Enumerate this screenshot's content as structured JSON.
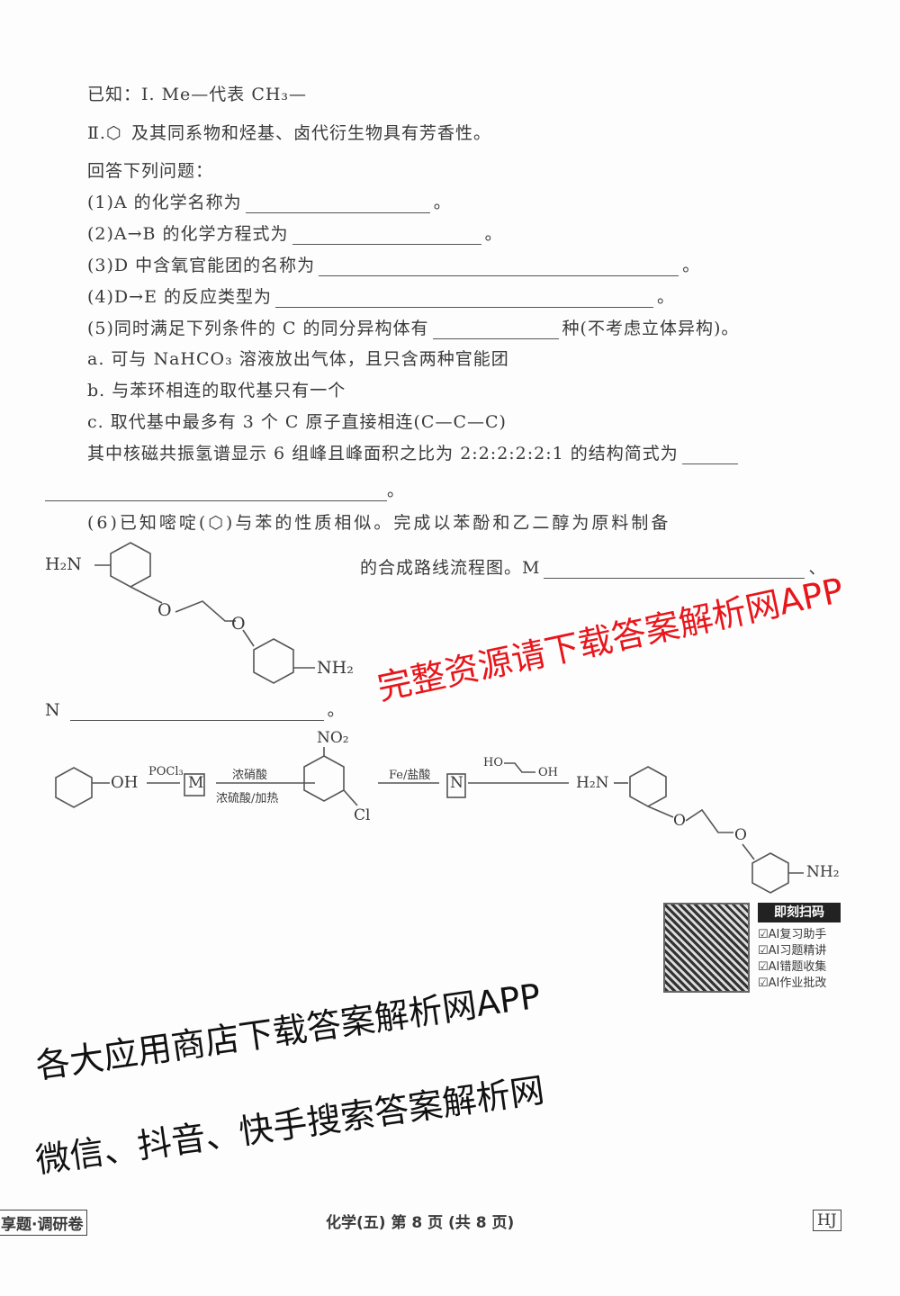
{
  "known": {
    "i": "已知：Ⅰ. Me—代表 CH₃—",
    "ii_suffix": "及其同系物和烃基、卤代衍生物具有芳香性。"
  },
  "questions": {
    "intro": "回答下列问题：",
    "q1": "(1)A 的化学名称为",
    "q2": "(2)A→B 的化学方程式为",
    "q3": "(3)D 中含氧官能团的名称为",
    "q4": "(4)D→E 的反应类型为",
    "q5": "(5)同时满足下列条件的 C 的同分异构体有",
    "q5_suffix": "种(不考虑立体异构)。",
    "q5a": "a. 可与 NaHCO₃ 溶液放出气体，且只含两种官能团",
    "q5b": "b. 与苯环相连的取代基只有一个",
    "q5c": "c. 取代基中最多有 3 个 C 原子直接相连(C—C—C)",
    "q5d": "其中核磁共振氢谱显示 6 组峰且峰面积之比为 2:2:2:2:2:1 的结构简式为",
    "q6_prefix": "(6)已知嘧啶(",
    "q6_suffix": ")与苯的性质相似。完成以苯酚和乙二醇为原料制备",
    "q6_line2": "的合成路线流程图。M",
    "q6_comma": "、",
    "q6_N": "N",
    "period": "。"
  },
  "scheme": {
    "oh": "OH",
    "pocl3": "POCl₃",
    "m": "M",
    "hno3": "浓硝酸",
    "h2so4": "浓硫酸/加热",
    "no2": "NO₂",
    "cl": "Cl",
    "fe": "Fe/盐酸",
    "n": "N",
    "ho": "HO",
    "oh2": "OH",
    "h2n": "H₂N",
    "o": "O",
    "nh2": "NH₂"
  },
  "target": {
    "h2n": "H₂N",
    "o": "O",
    "nh2": "NH₂"
  },
  "qr": {
    "title": "即刻扫码",
    "items": [
      "AI复习助手",
      "AI习题精讲",
      "AI错题收集",
      "AI作业批改"
    ]
  },
  "footer": {
    "left": "享题·调研卷",
    "center": "化学(五) 第 8 页 (共 8 页)",
    "right": "HJ"
  },
  "watermarks": [
    "各大应用商店下载答案解析网APP",
    "完整资源请下载答案解析网APP",
    "微信、抖音、快手搜索答案解析网"
  ],
  "colors": {
    "watermark_red": "#e8161b",
    "watermark_black": "#111111"
  }
}
